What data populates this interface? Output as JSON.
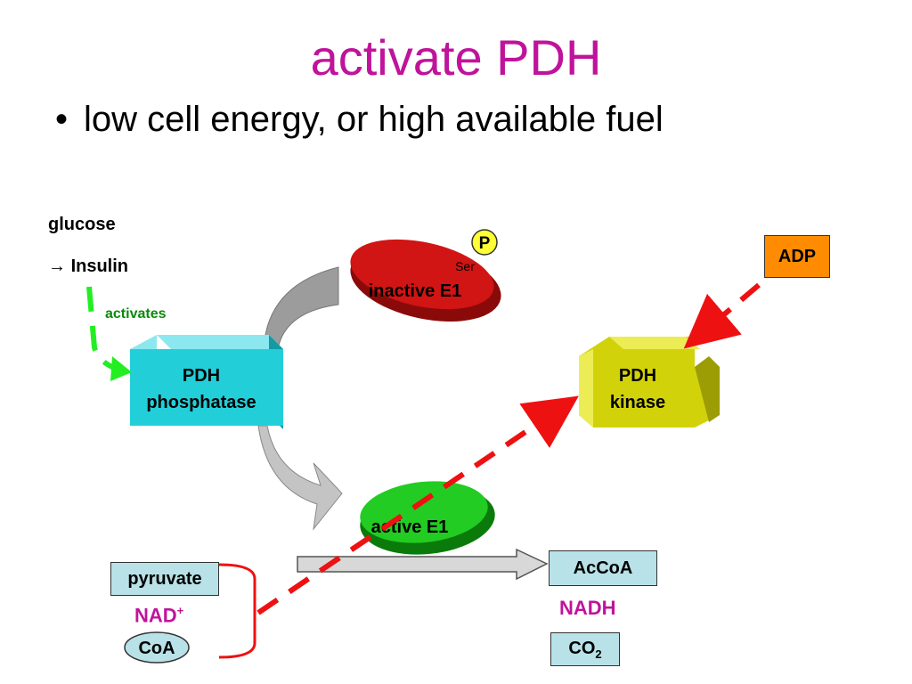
{
  "slide": {
    "title": "activate PDH",
    "bullet": "low cell energy, or high available fuel",
    "bullet_symbol": "•"
  },
  "diagram": {
    "glucose": "glucose",
    "insulin": "Insulin",
    "insulin_arrow": "→",
    "activates": "activates",
    "phosphatase": [
      "PDH",
      "phosphatase"
    ],
    "kinase": [
      "PDH",
      "kinase"
    ],
    "inactive_e1": "inactive E1",
    "active_e1": "active E1",
    "phospho": "P",
    "ser": "Ser",
    "adp": "ADP",
    "pyruvate": "pyruvate",
    "nad": "NAD",
    "nad_sup": "+",
    "coa": "CoA",
    "accoa": "AcCoA",
    "nadh": "NADH",
    "co2": "CO",
    "co2_sub": "2"
  },
  "colors": {
    "title": "#c0139b",
    "activates_green": "#0a8a0a",
    "bright_green": "#22ee22",
    "phosphatase_cyan": "#22cfd9",
    "kinase_yellow": "#d2d20a",
    "inactive_red": "#d11414",
    "active_green": "#1ec81e",
    "adp_orange": "#ff8c00",
    "nad_magenta": "#c0139b",
    "dashed_red": "#ee1111",
    "box_bg": "#b8e2e8"
  }
}
